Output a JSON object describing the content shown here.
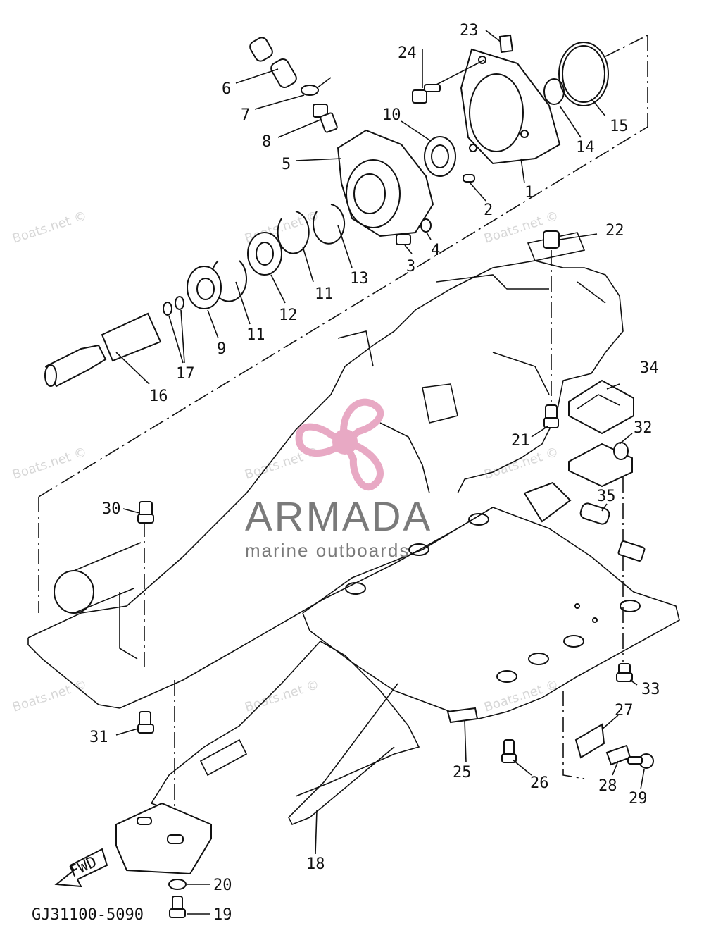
{
  "diagram_code": "GJ31100-5090",
  "direction_label": "FWD",
  "logo": {
    "brand": "ARMADA",
    "tagline": "marine outboards",
    "accent_color": "#e8a9c4"
  },
  "watermark": "Boats.net ©",
  "callouts": [
    "1",
    "2",
    "3",
    "4",
    "5",
    "6",
    "7",
    "8",
    "9",
    "10",
    "11",
    "11",
    "12",
    "13",
    "14",
    "15",
    "16",
    "17",
    "18",
    "19",
    "20",
    "21",
    "22",
    "23",
    "24",
    "25",
    "26",
    "27",
    "28",
    "29",
    "30",
    "31",
    "32",
    "33",
    "34",
    "35"
  ]
}
